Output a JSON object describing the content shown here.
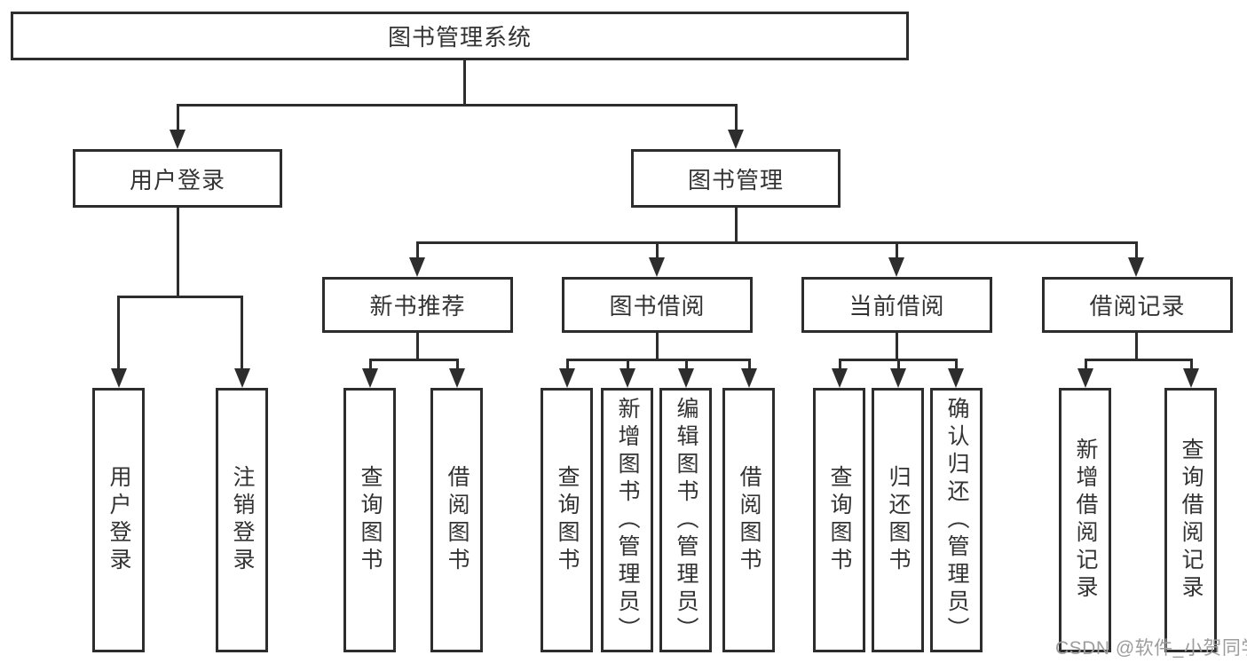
{
  "tree": {
    "root": {
      "label": "图书管理系统",
      "children": [
        {
          "label": "用户登录",
          "children": [
            {
              "label": "用户登录"
            },
            {
              "label": "注销登录"
            }
          ]
        },
        {
          "label": "图书管理",
          "children": [
            {
              "label": "新书推荐",
              "children": [
                {
                  "label": "查询图书"
                },
                {
                  "label": "借阅图书"
                }
              ]
            },
            {
              "label": "图书借阅",
              "children": [
                {
                  "label": "查询图书"
                },
                {
                  "label": "新增图书（管理员）"
                },
                {
                  "label": "编辑图书（管理员）"
                },
                {
                  "label": "借阅图书"
                }
              ]
            },
            {
              "label": "当前借阅",
              "children": [
                {
                  "label": "查询图书"
                },
                {
                  "label": "归还图书"
                },
                {
                  "label": "确认归还（管理员）"
                }
              ]
            },
            {
              "label": "借阅记录",
              "children": [
                {
                  "label": "新增借阅记录"
                },
                {
                  "label": "查询借阅记录"
                }
              ]
            }
          ]
        }
      ]
    }
  },
  "watermark": {
    "text": "CSDN @软件_小贺同学",
    "color": "#9d9d9d"
  },
  "colors": {
    "background": "#ffffff",
    "line": "#2d2d2d",
    "text": "#333333"
  }
}
